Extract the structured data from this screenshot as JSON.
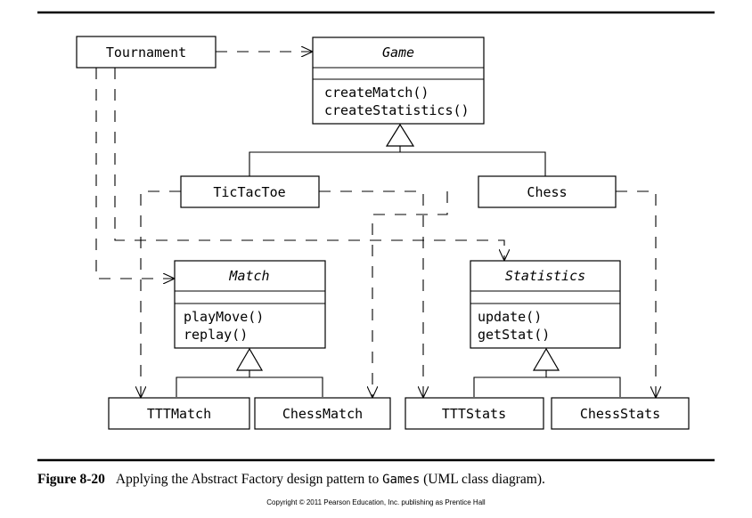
{
  "diagram": {
    "classes": {
      "tournament": {
        "name": "Tournament"
      },
      "game": {
        "name": "Game",
        "methods": [
          "createMatch()",
          "createStatistics()"
        ]
      },
      "tictactoe": {
        "name": "TicTacToe"
      },
      "chess": {
        "name": "Chess"
      },
      "match": {
        "name": "Match",
        "methods": [
          "playMove()",
          "replay()"
        ]
      },
      "statistics": {
        "name": "Statistics",
        "methods": [
          "update()",
          "getStat()"
        ]
      },
      "tttmatch": {
        "name": "TTTMatch"
      },
      "chessmatch": {
        "name": "ChessMatch"
      },
      "tttstats": {
        "name": "TTTStats"
      },
      "chessstats": {
        "name": "ChessStats"
      }
    }
  },
  "caption": {
    "label": "Figure 8-20",
    "text_before": "Applying the Abstract Factory design pattern to ",
    "code": "Games",
    "text_after": " (UML class diagram)."
  },
  "copyright": "Copyright © 2011 Pearson Education, Inc. publishing as Prentice Hall"
}
